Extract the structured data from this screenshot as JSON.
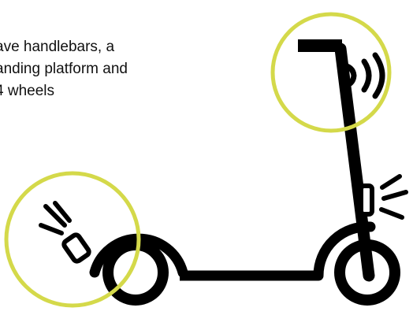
{
  "caption": {
    "lines": [
      "ave handlebars, a",
      "anding platform and",
      "4 wheels"
    ]
  },
  "colors": {
    "ink": "#000000",
    "highlight": "#d4d94a",
    "background": "#ffffff"
  },
  "icons": {
    "bell": "bell-icon",
    "brake_light": "brake-light-icon",
    "headlight": "headlight-icon"
  }
}
